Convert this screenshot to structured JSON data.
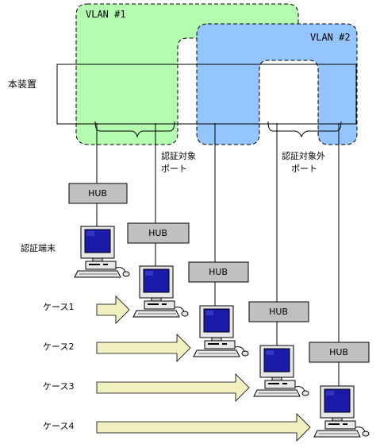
{
  "device_label": "本装置",
  "vlan1_label": "VLAN #1",
  "vlan2_label": "VLAN #2",
  "auth_port_label": [
    "認証対象",
    "ポート"
  ],
  "nonauth_port_label": [
    "認証対象外",
    "ポート"
  ],
  "auth_terminal_label": "認証端末",
  "hub_label": "HUB",
  "cases": [
    "ケース1",
    "ケース2",
    "ケース3",
    "ケース4"
  ],
  "colors": {
    "vlan1_fill": "#b3fcb0",
    "vlan2_fill": "#94c5fc",
    "hub_fill": "#c0c0c0",
    "arrow_fill": "#f0f0c0",
    "screen_fill": "#1a1aa8"
  },
  "icons": [
    "pc-icon",
    "arrow-right-icon"
  ]
}
